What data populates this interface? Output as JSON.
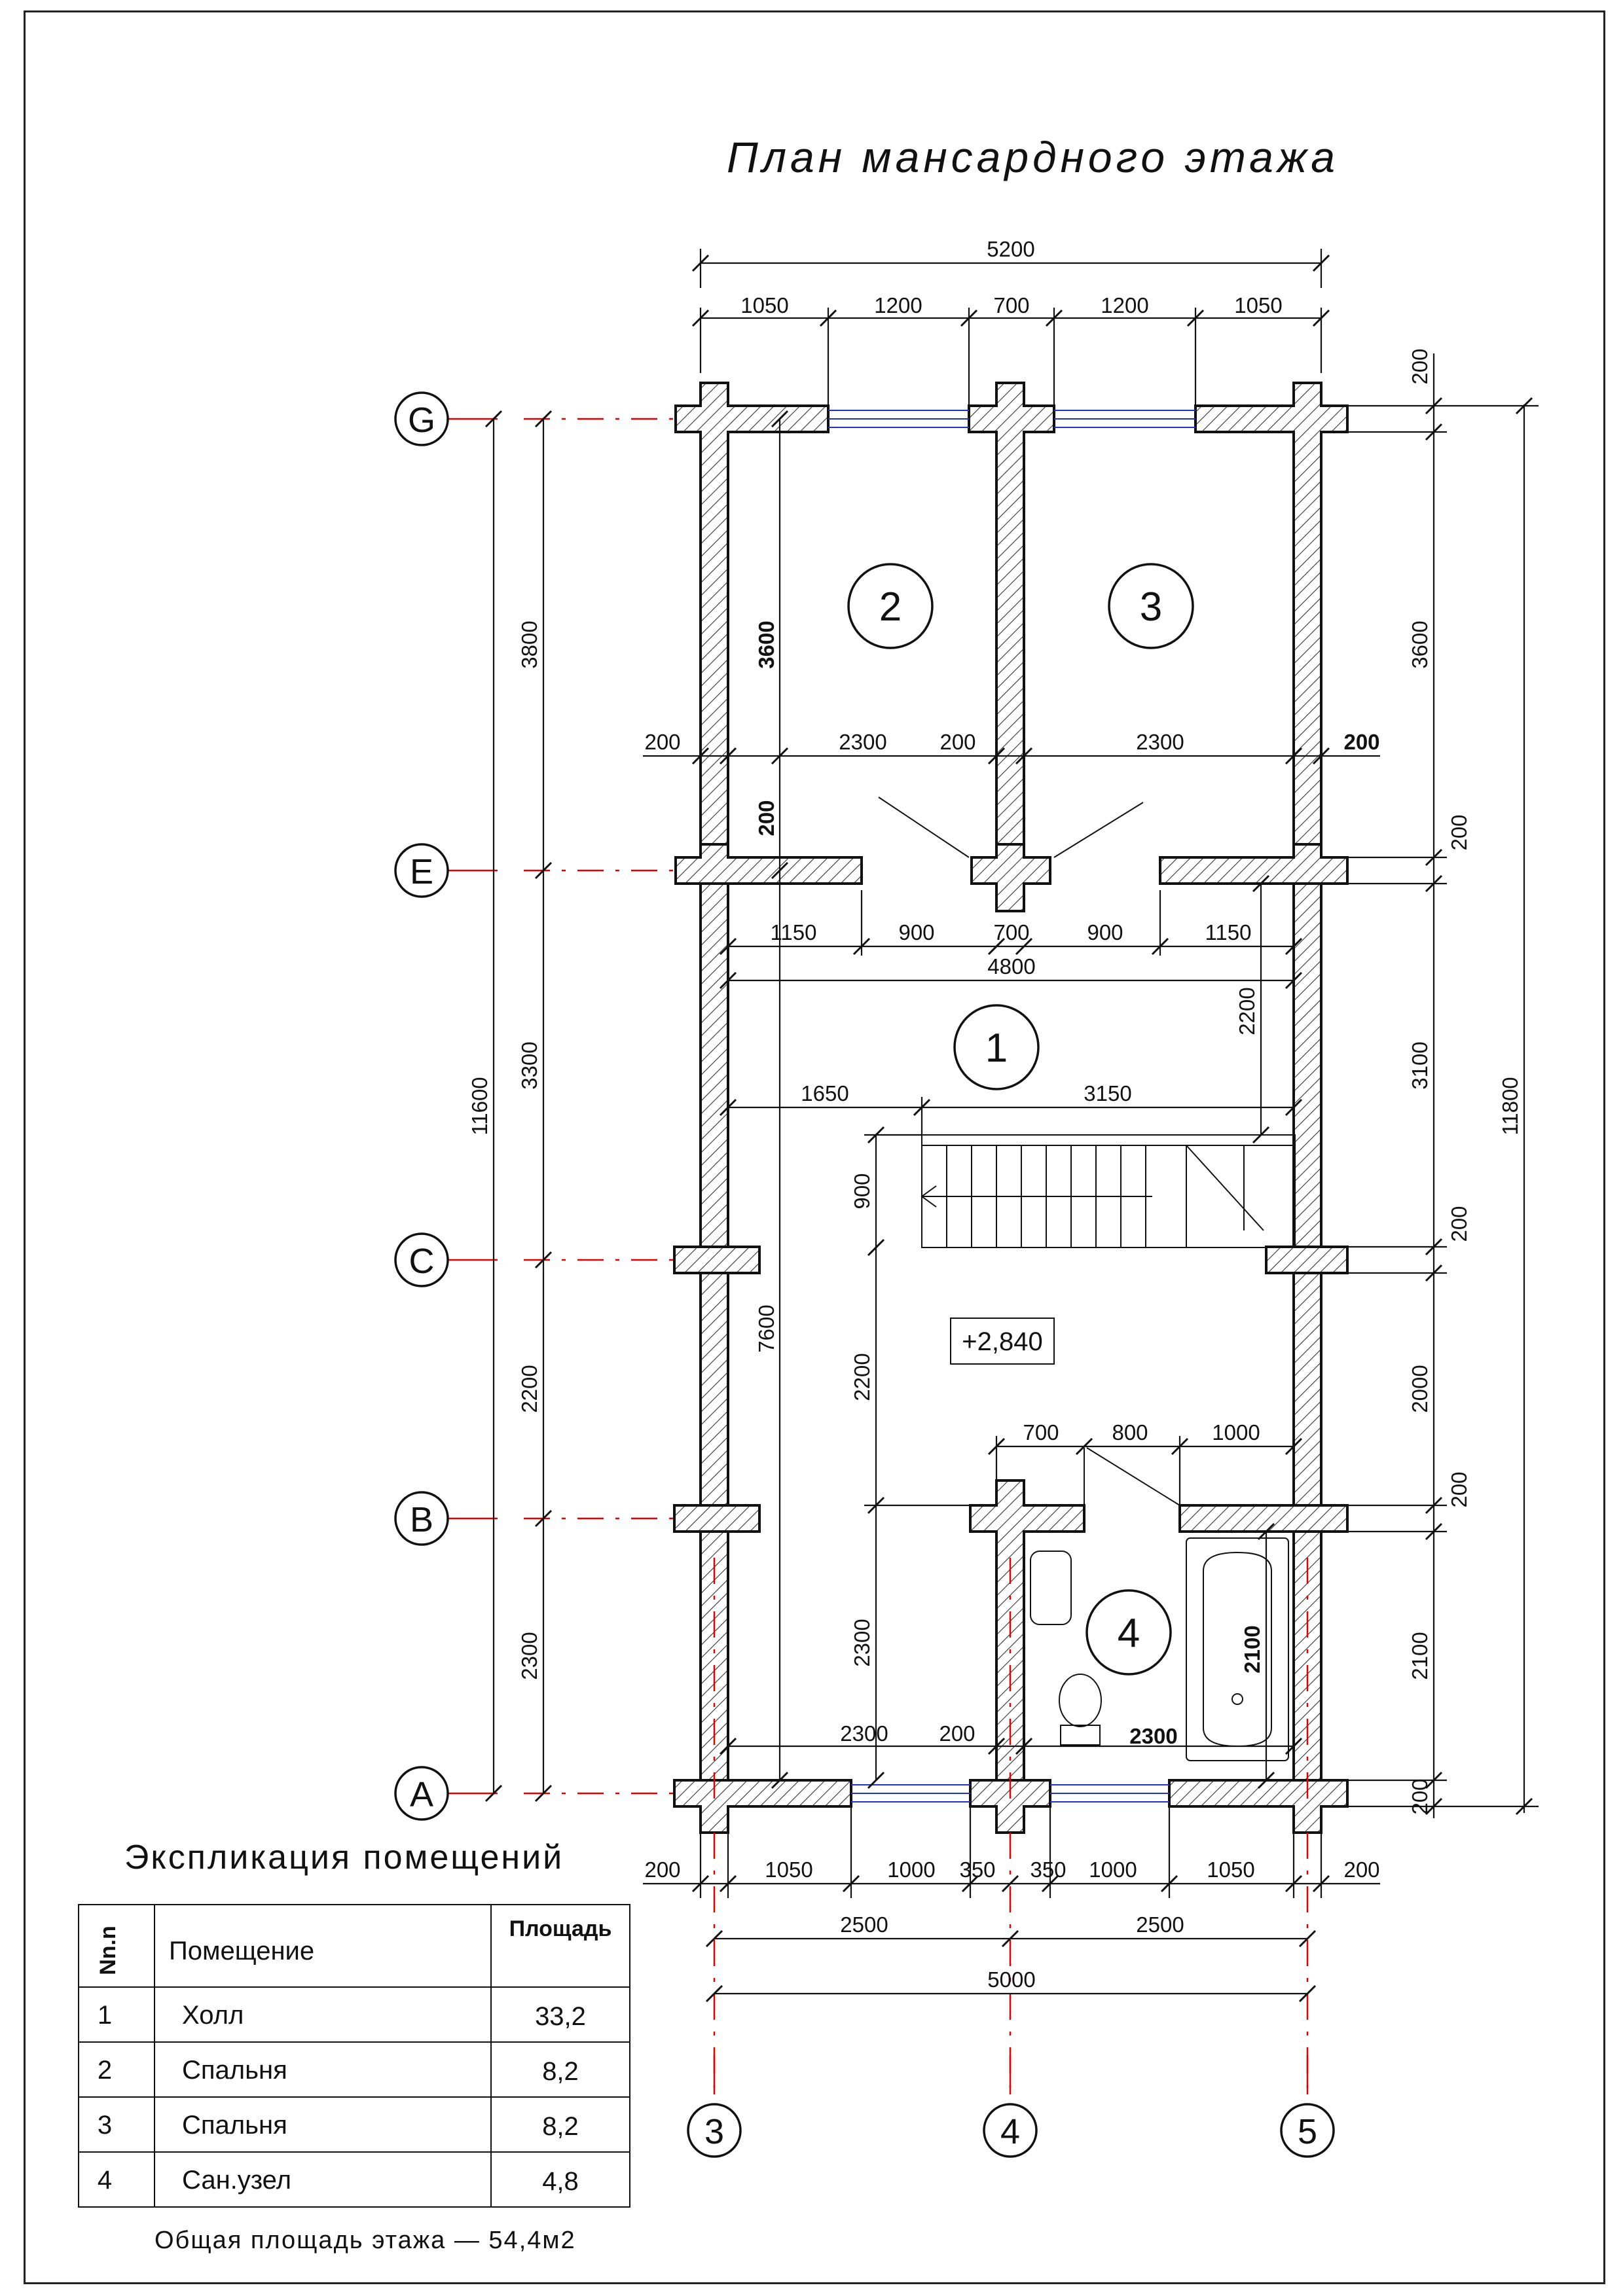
{
  "title": "План мансардного этажа",
  "axes": {
    "rows": [
      "G",
      "E",
      "C",
      "B",
      "A"
    ],
    "cols": [
      "3",
      "4",
      "5"
    ]
  },
  "rooms": [
    "1",
    "2",
    "3",
    "4"
  ],
  "level_mark": "+2,840",
  "dims": {
    "top_total": "5200",
    "top_parts": [
      "1050",
      "1200",
      "700",
      "1200",
      "1050"
    ],
    "mid_row": [
      "200",
      "2300",
      "200",
      "2300",
      "200"
    ],
    "vert_3600_left": "3600",
    "vert_200_left": "200",
    "door_row": [
      "1150",
      "900",
      "700",
      "900",
      "1150"
    ],
    "width_4800": "4800",
    "stair_row": [
      "1650",
      "3150"
    ],
    "vert_2200_right": "2200",
    "vert_900": "900",
    "vert_2200_mid": "2200",
    "vert_7600": "7600",
    "bath_row": [
      "700",
      "800",
      "1000"
    ],
    "vert_2300_mid": "2300",
    "vert_2100": "2100",
    "bottom_inner": [
      "2300",
      "200",
      "2300"
    ],
    "bottom_parts": [
      "200",
      "1050",
      "1000",
      "350",
      "350",
      "1000",
      "1050",
      "200"
    ],
    "bottom_half": [
      "2500",
      "2500"
    ],
    "bottom_total": "5000",
    "left_outer_total": "11600",
    "left_inner": [
      "3800",
      "3300",
      "2200",
      "2300"
    ],
    "right_inner": [
      "200",
      "3600",
      "200",
      "3100",
      "200",
      "2000",
      "200",
      "2100",
      "200"
    ],
    "right_outer_total": "11800"
  },
  "explication": {
    "title": "Экспликация помещений",
    "headers": [
      "Nn.n",
      "Помещение",
      "Площадь"
    ],
    "rows": [
      [
        "1",
        "Холл",
        "33,2"
      ],
      [
        "2",
        "Спальня",
        "8,2"
      ],
      [
        "3",
        "Спальня",
        "8,2"
      ],
      [
        "4",
        "Сан.узел",
        "4,8"
      ]
    ],
    "total": "Общая площадь этажа — 54,4м2"
  }
}
